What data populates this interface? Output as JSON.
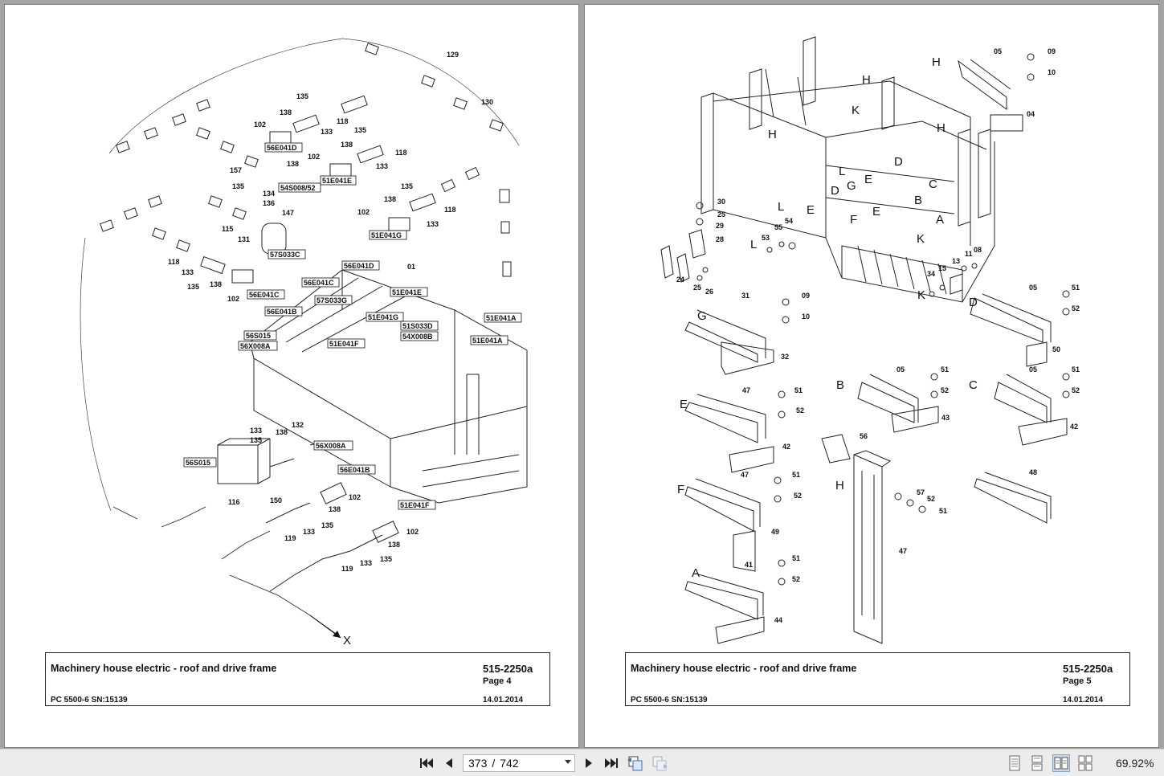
{
  "viewer": {
    "current_page": "373",
    "page_separator": "/",
    "total_pages": "742",
    "zoom": "69.92%",
    "icons": {
      "first": "first-page-icon",
      "prev": "previous-page-icon",
      "next": "next-page-icon",
      "last": "last-page-icon",
      "back": "go-back-icon",
      "forward": "go-forward-icon",
      "single": "single-page-view-icon",
      "continuous": "continuous-view-icon",
      "facing": "facing-pages-view-icon",
      "facing_cont": "continuous-facing-view-icon"
    }
  },
  "left_page": {
    "title": "Machinery house electric - roof and drive frame",
    "doc_number": "515-2250a",
    "page_label": "Page 4",
    "model": "PC 5500-6 SN:15139",
    "date": "14.01.2014",
    "callouts": [
      "129",
      "130",
      "135",
      "138",
      "102",
      "133",
      "118",
      "135",
      "138",
      "118",
      "133",
      "157",
      "135",
      "138",
      "134",
      "136",
      "147",
      "102",
      "135",
      "138",
      "118",
      "133",
      "102",
      "115",
      "131",
      "118",
      "133",
      "135",
      "138",
      "102",
      "01",
      "133",
      "135",
      "132",
      "138",
      "116",
      "150",
      "102",
      "138",
      "135",
      "119",
      "133",
      "102",
      "138",
      "119",
      "133",
      "135"
    ],
    "tags": [
      "56E041D",
      "54S008/52",
      "51E041E",
      "51E041G",
      "57S033C",
      "56E041C",
      "56E041D",
      "56E041C",
      "57S033G",
      "51E041E",
      "56E041B",
      "51E041G",
      "51S033D",
      "54X008B",
      "56S015",
      "56X008A",
      "51E041F",
      "51E041A",
      "51E041A",
      "56X008A",
      "56S015",
      "56E041B",
      "51E041F"
    ],
    "axis_label": "X"
  },
  "right_page": {
    "title": "Machinery house electric - roof and drive frame",
    "doc_number": "515-2250a",
    "page_label": "Page 5",
    "model": "PC 5500-6 SN:15139",
    "date": "14.01.2014",
    "letters": [
      "H",
      "H",
      "K",
      "H",
      "H",
      "D",
      "L",
      "E",
      "G",
      "D",
      "E",
      "F",
      "E",
      "C",
      "B",
      "A",
      "K",
      "L",
      "L",
      "K",
      "G",
      "D",
      "B",
      "C",
      "E",
      "F",
      "H",
      "A"
    ],
    "callouts": [
      "05",
      "09",
      "10",
      "04",
      "30",
      "25",
      "29",
      "28",
      "24",
      "25",
      "26",
      "53",
      "55",
      "54",
      "34",
      "15",
      "13",
      "11",
      "08",
      "31",
      "09",
      "10",
      "32",
      "05",
      "51",
      "52",
      "50",
      "05",
      "51",
      "52",
      "43",
      "05",
      "51",
      "52",
      "42",
      "47",
      "51",
      "52",
      "42",
      "56",
      "47",
      "51",
      "52",
      "49",
      "57",
      "52",
      "51",
      "47",
      "48",
      "41",
      "51",
      "52",
      "44"
    ]
  }
}
